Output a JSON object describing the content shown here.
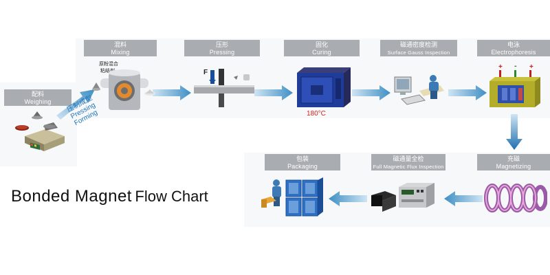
{
  "title": {
    "word1": "Bonded Magnet",
    "word2": "Flow Chart"
  },
  "steps": {
    "weighing": {
      "cn": "配料",
      "en": "Weighing"
    },
    "mixing": {
      "cn": "混料",
      "en": "Mixing"
    },
    "pressing": {
      "cn": "压形",
      "en": "Pressing"
    },
    "curing": {
      "cn": "固化",
      "en": "Curing"
    },
    "surface_gauss": {
      "cn": "磁通密度检测",
      "en": "Surface Gauss Inspection"
    },
    "electrophoresis": {
      "cn": "电泳",
      "en": "Electrophoresis"
    },
    "magnetizing": {
      "cn": "充磁",
      "en": "Magnetizing"
    },
    "flux_inspection": {
      "cn": "磁通量全检",
      "en": "Full Magnetic Flux Inspection"
    },
    "packaging": {
      "cn": "包装",
      "en": "Packaging"
    }
  },
  "annotations": {
    "mixing_note_1": "原粉混合",
    "mixing_note_2": "粘结剂",
    "press_force": "F",
    "curing_temp": "180°C",
    "press_forming_cn": "压制成型",
    "press_forming_en_1": "Pressing",
    "press_forming_en_2": "Forming",
    "plus_1": "+",
    "minus": "-",
    "plus_2": "+"
  },
  "colors": {
    "label_bg": "#a9acb0",
    "arrow": "#3f8fc4",
    "curing_temp": "#d2221c"
  }
}
